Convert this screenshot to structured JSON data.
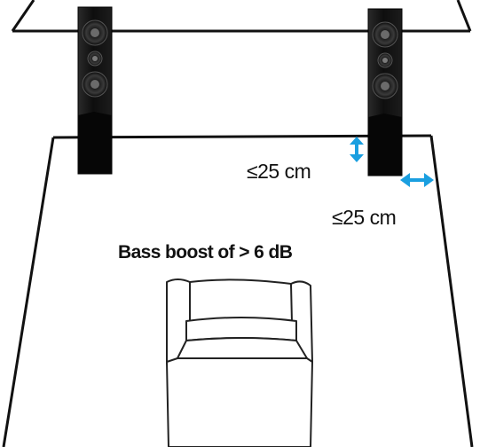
{
  "labels": {
    "front_distance": "≤25 cm",
    "side_distance": "≤25 cm",
    "bass_boost": "Bass boost of > 6 dB"
  },
  "colors": {
    "outline": "#111111",
    "speaker_body": "#141414",
    "arrow": "#1a9fe0"
  },
  "icons": {
    "vertical_arrow": "double-arrow-vertical-icon",
    "horizontal_arrow": "double-arrow-horizontal-icon"
  }
}
